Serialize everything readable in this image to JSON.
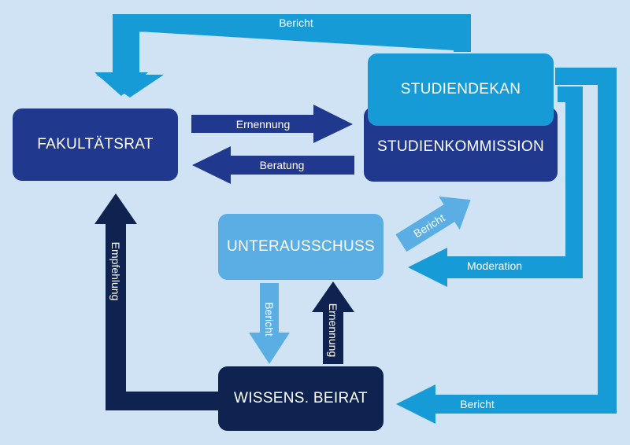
{
  "nodes": {
    "fakultaetsrat": "FAKULTÄTSRAT",
    "studiendekan": "STUDIENDEKAN",
    "studienkommission": "STUDIENKOMMISSION",
    "unterausschuss": "UNTERAUSSCHUSS",
    "beirat": "WISSENS. BEIRAT"
  },
  "edges": {
    "top_bericht": "Bericht",
    "ernennung_right": "Ernennung",
    "beratung_left": "Beratung",
    "bericht_diag": "Bericht",
    "moderation": "Moderation",
    "empfehlung": "Empfehlung",
    "bericht_down": "Bericht",
    "ernennung_up": "Ernennung",
    "bottom_bericht": "Bericht"
  },
  "colors": {
    "background": "#cfe3f4",
    "dark_blue": "#20398f",
    "navy": "#0f2350",
    "cyan": "#169bd7",
    "light_blue": "#5aaee3"
  }
}
